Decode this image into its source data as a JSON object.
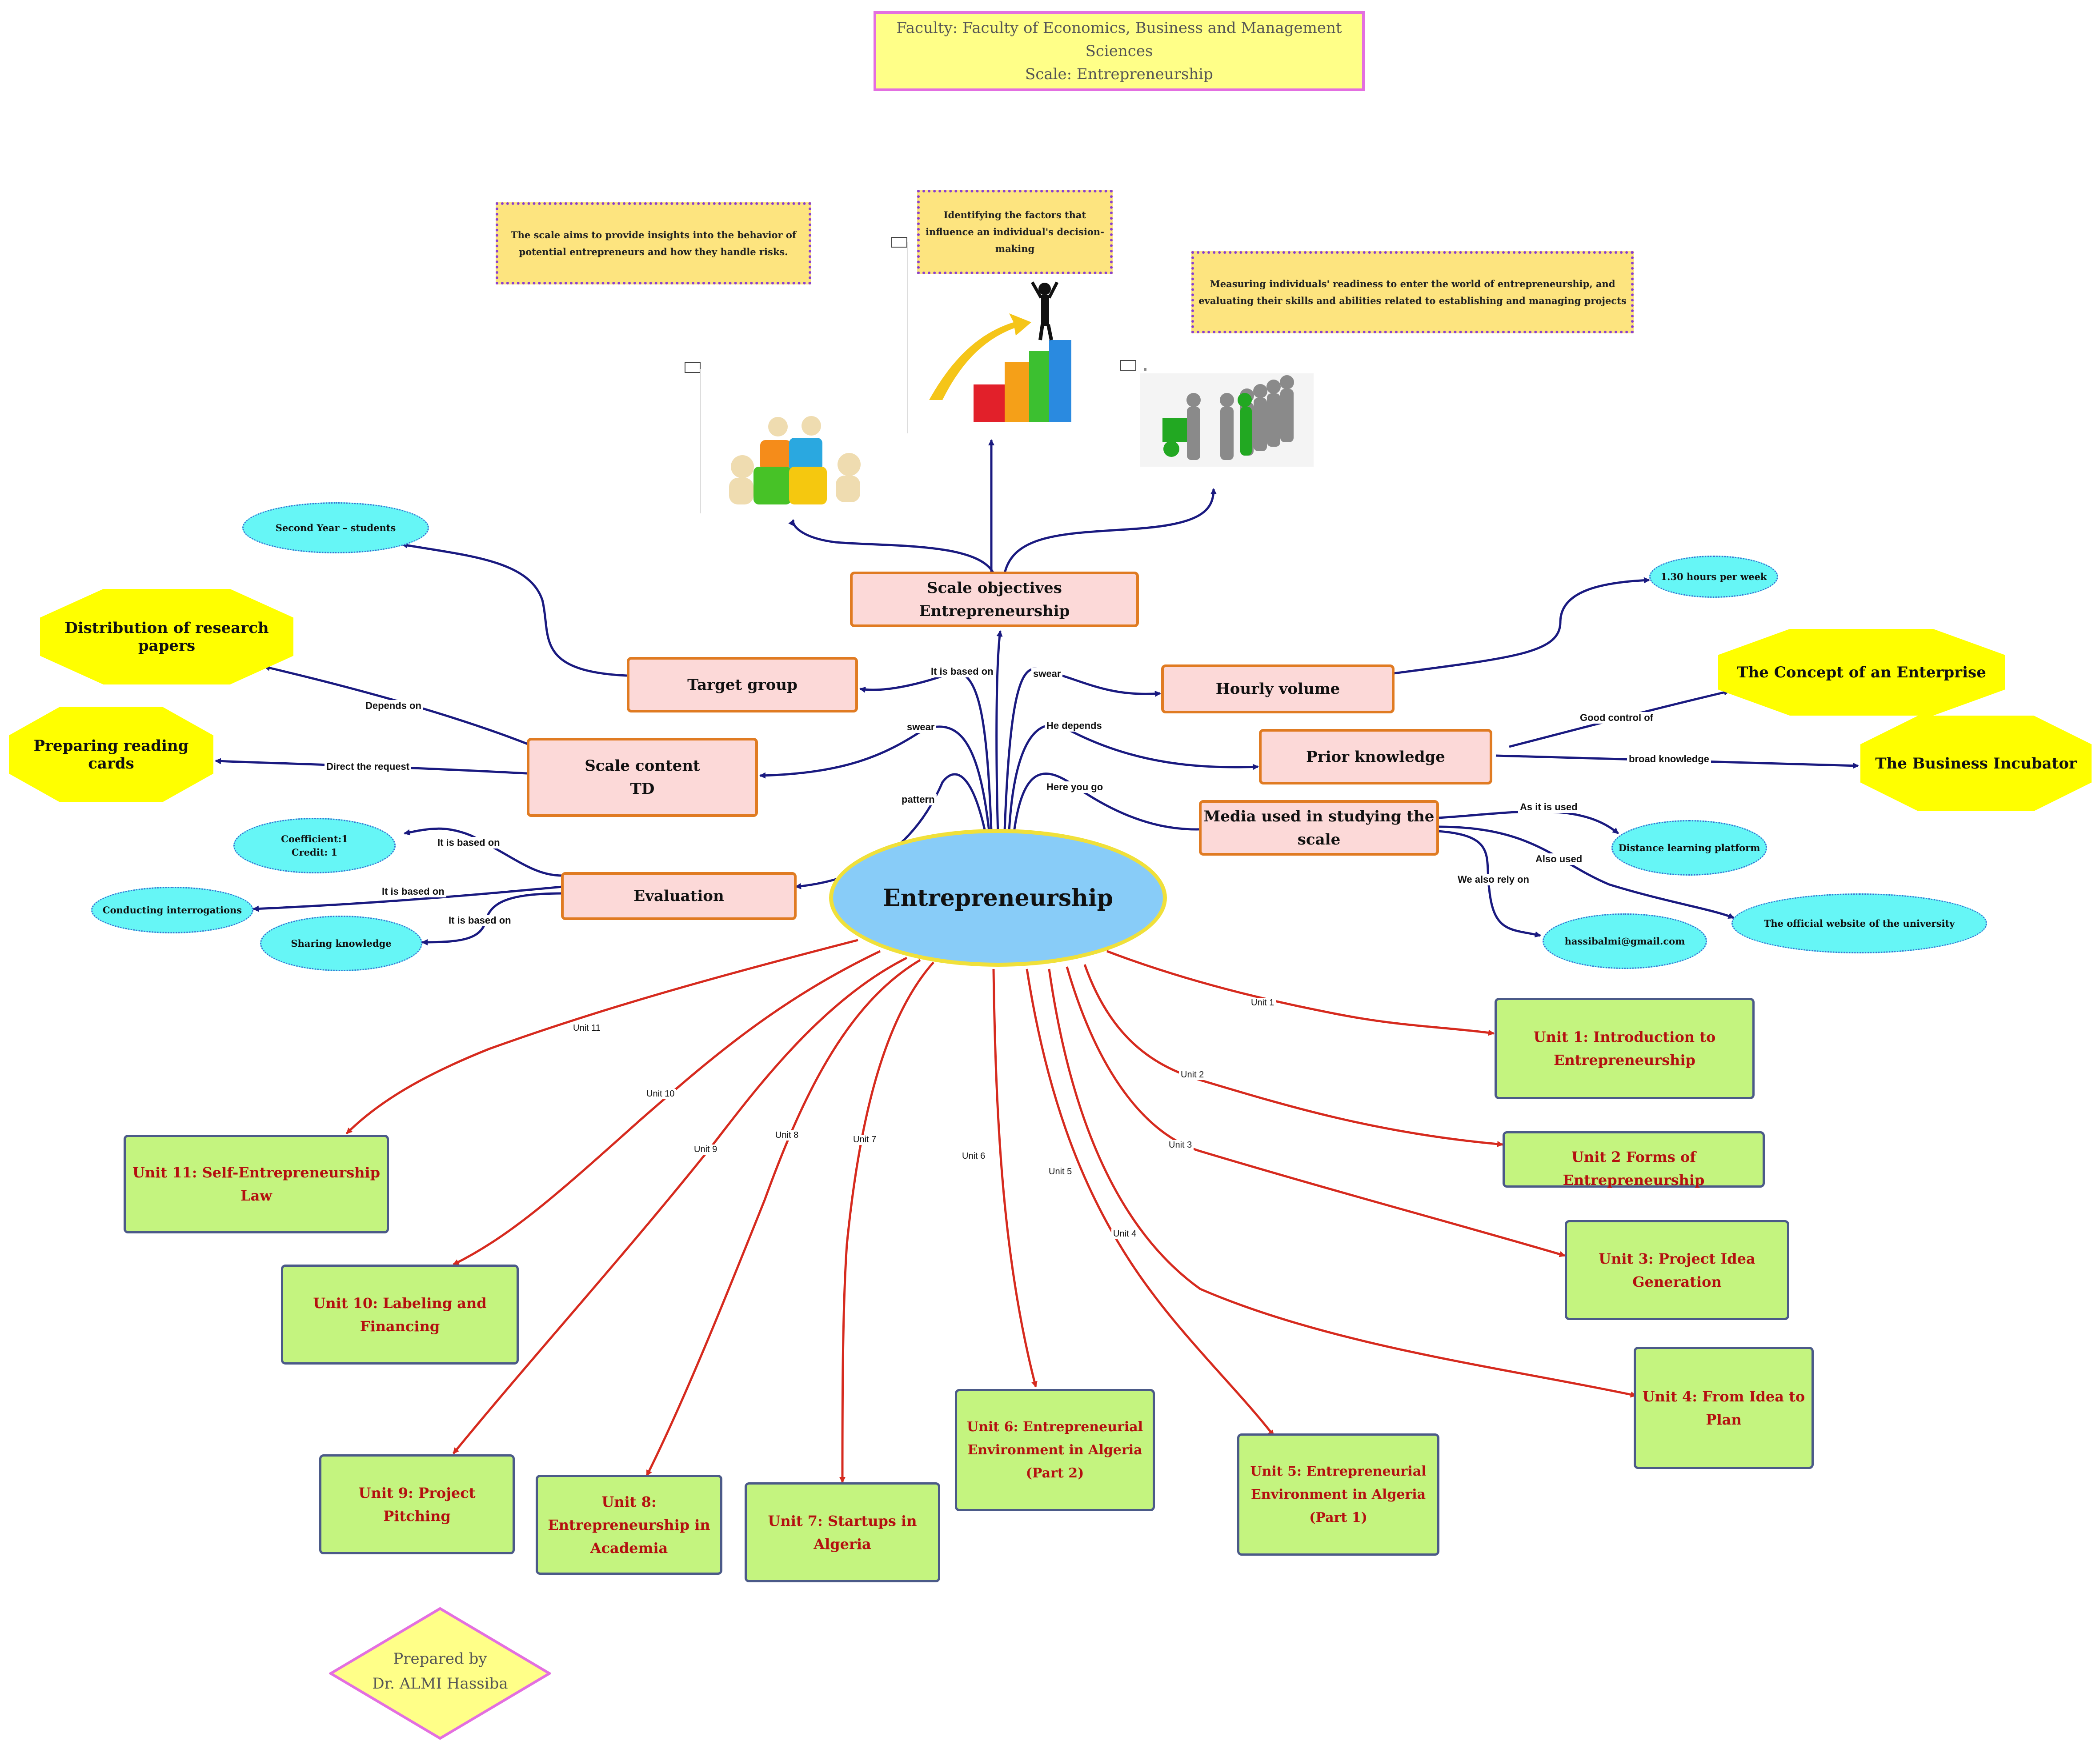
{
  "header": {
    "faculty": "Faculty: Faculty of Economics, Business and Management Sciences",
    "scale": "Scale: Entrepreneurship"
  },
  "notes": {
    "aim": "The scale aims to provide insights into the behavior of potential entrepreneurs and how they handle risks.",
    "factors": "Identifying the factors that influence an individual's decision-making",
    "readiness": "Measuring individuals' readiness to enter the world of entrepreneurship, and evaluating their skills and abilities related to establishing and managing projects"
  },
  "center": {
    "label": "Entrepreneurship"
  },
  "branches": {
    "objectives": "Scale objectives Entrepreneurship",
    "target_group": "Target group",
    "hourly_volume": "Hourly volume",
    "scale_content_1": "Scale content",
    "scale_content_2": "TD",
    "prior_knowledge": "Prior knowledge",
    "media": "Media used in studying the scale",
    "evaluation": "Evaluation"
  },
  "leaves": {
    "second_year": "Second Year – students",
    "hours": "1.30 hours per week",
    "distribution": "Distribution of research papers",
    "reading_cards": "Preparing reading cards",
    "concept_enterprise": "The Concept of an Enterprise",
    "business_incubator": "The Business Incubator",
    "coefficient": "Coefficient:1",
    "credit": "Credit: 1",
    "interrogations": "Conducting interrogations",
    "sharing": "Sharing knowledge",
    "distance_platform": "Distance learning platform",
    "university_site": "The official website of the university",
    "email": "hassibalmi@gmail.com"
  },
  "link_labels": {
    "it_is_based_on": "It is based on",
    "swear": "swear",
    "he_depends": "He depends",
    "pattern": "pattern",
    "here_you_go": "Here you go",
    "depends_on": "Depends on",
    "direct_request": "Direct the request",
    "good_control": "Good control of",
    "broad_knowledge": "broad knowledge",
    "as_it_is_used": "As it is used",
    "also_used": "Also used",
    "we_also_rely": "We also rely on",
    "unit1": "Unit 1",
    "unit2": "Unit 2",
    "unit3": "Unit 3",
    "unit4": "Unit 4",
    "unit5": "Unit 5",
    "unit6": "Unit 6",
    "unit7": "Unit 7",
    "unit8": "Unit 8",
    "unit9": "Unit 9",
    "unit10": "Unit 10",
    "unit11": "Unit 11"
  },
  "units": {
    "u1": "Unit 1: Introduction to Entrepreneurship",
    "u2": "Unit 2 Forms of Entrepreneurship",
    "u3": "Unit 3: Project Idea Generation",
    "u4": "Unit 4: From Idea to Plan",
    "u5": "Unit 5: Entrepreneurial Environment in Algeria (Part 1)",
    "u6": "Unit 6: Entrepreneurial Environment in Algeria (Part 2)",
    "u7": "Unit 7: Startups in Algeria",
    "u8": "Unit 8: Entrepreneurship in Academia",
    "u9": "Unit 9: Project Pitching",
    "u10": "Unit 10: Labeling and Financing",
    "u11": "Unit 11: Self-Entrepreneurship Law"
  },
  "footer": {
    "prepared_by": "Prepared by",
    "author": "Dr. ALMI Hassiba"
  },
  "colors": {
    "navy_link": "#1a1a80",
    "red_link": "#d62a1e",
    "unit_fill": "#c4f47f",
    "pink_fill": "#fcd9d8",
    "cyan_fill": "#66f6f6",
    "yellow_fill": "#ffff00"
  }
}
